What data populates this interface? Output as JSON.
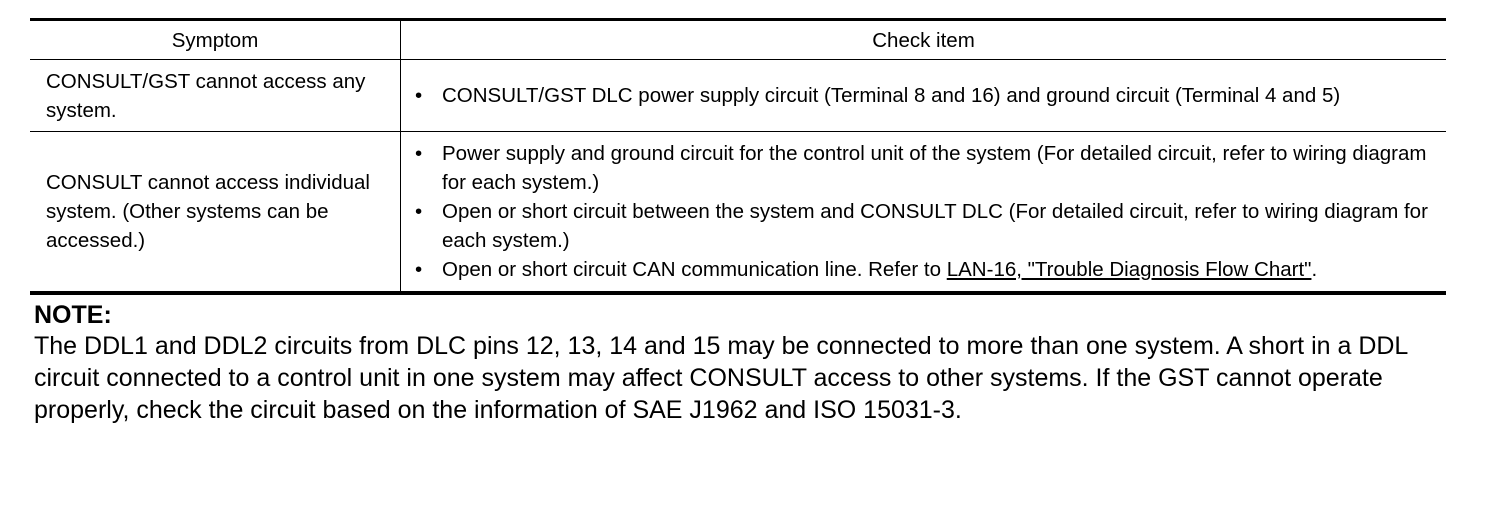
{
  "table": {
    "headers": {
      "symptom": "Symptom",
      "check_item": "Check item"
    },
    "rows": [
      {
        "symptom": "CONSULT/GST cannot access any system.",
        "checks": [
          {
            "text": "CONSULT/GST DLC power supply circuit (Terminal 8 and 16) and ground circuit (Terminal 4 and 5)"
          }
        ]
      },
      {
        "symptom": "CONSULT cannot access individual system. (Other systems can be accessed.)",
        "checks": [
          {
            "text": "Power supply and ground circuit for the control unit of the system (For detailed circuit, refer to wiring diagram for each system.)"
          },
          {
            "text": "Open or short circuit between the system and CONSULT DLC (For detailed circuit, refer to wiring diagram for each system.)"
          },
          {
            "text": "Open or short circuit CAN communication line. Refer to ",
            "link": "LAN-16, \"Trouble Diagnosis Flow Chart\"",
            "suffix": "."
          }
        ]
      }
    ]
  },
  "bullet_glyph": "•",
  "note": {
    "title": "NOTE:",
    "body": "The DDL1 and DDL2 circuits from DLC pins 12, 13, 14 and 15 may be connected to more than one system. A short in a DDL circuit connected to a control unit in one system may affect CONSULT access to other systems. If the GST cannot operate properly, check the circuit based on the information of SAE J1962 and ISO 15031-3."
  }
}
